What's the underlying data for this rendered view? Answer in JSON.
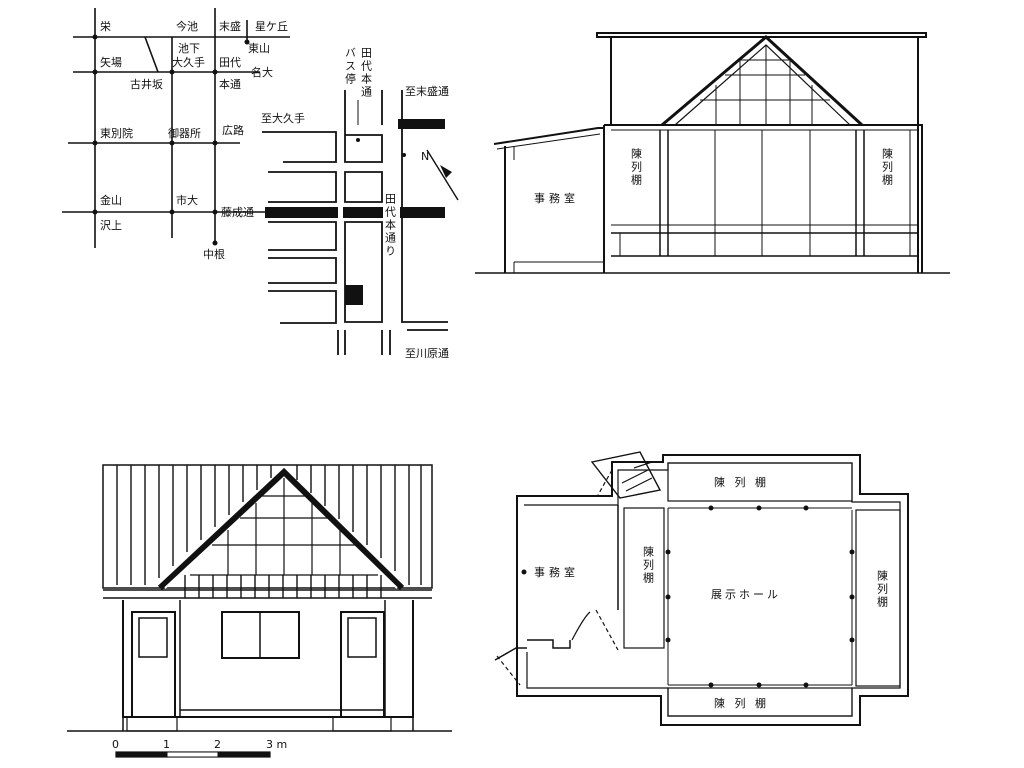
{
  "route_map": {
    "stations": [
      "栄",
      "今池",
      "末盛",
      "星ケ丘",
      "池下",
      "東山",
      "矢場",
      "大久手",
      "田代",
      "名大",
      "古井坂",
      "本通",
      "東別院",
      "御器所",
      "広路",
      "金山",
      "市大",
      "藤成通",
      "沢上",
      "中根"
    ]
  },
  "site_map": {
    "north": "N",
    "bus_stop_lines": [
      "田代本通",
      "バス停"
    ],
    "to_suemori": "至末盛通",
    "to_okute": "至大久手",
    "tashiro_street": "田代本通り",
    "to_kawahara": "至川原通"
  },
  "section_drawing": {
    "office": "事務室",
    "case_left": "陳列棚",
    "case_right": "陳列棚"
  },
  "elevation_drawing": {
    "scale_labels": [
      "0",
      "1",
      "2",
      "3 m"
    ]
  },
  "floor_plan": {
    "case_top": "陳 列 棚",
    "case_bottom": "陳 列 棚",
    "case_left": "陳列棚",
    "case_right": "陳列棚",
    "office": "事務室",
    "hall": "展示ホール"
  }
}
